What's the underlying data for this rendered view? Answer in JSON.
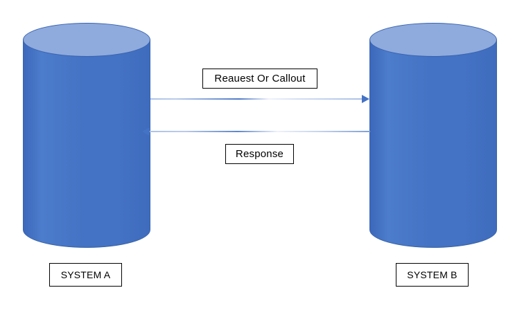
{
  "diagram": {
    "type": "system-interaction-sequence",
    "background_color": "#ffffff",
    "nodes": [
      {
        "id": "system-a",
        "shape": "cylinder",
        "label": "SYSTEM A",
        "body_color": "#4472C4",
        "top_color": "#8FAADC",
        "border_color": "#3763B0"
      },
      {
        "id": "system-b",
        "shape": "cylinder",
        "label": "SYSTEM B",
        "body_color": "#4472C4",
        "top_color": "#8FAADC",
        "border_color": "#3763B0"
      }
    ],
    "connectors": [
      {
        "id": "request",
        "label": "Reauest Or Callout",
        "from": "system-a",
        "to": "system-b",
        "direction": "right",
        "line_color": "#4472C4"
      },
      {
        "id": "response",
        "label": "Response",
        "from": "system-b",
        "to": "system-a",
        "direction": "left",
        "line_color": "#4472C4"
      }
    ]
  }
}
